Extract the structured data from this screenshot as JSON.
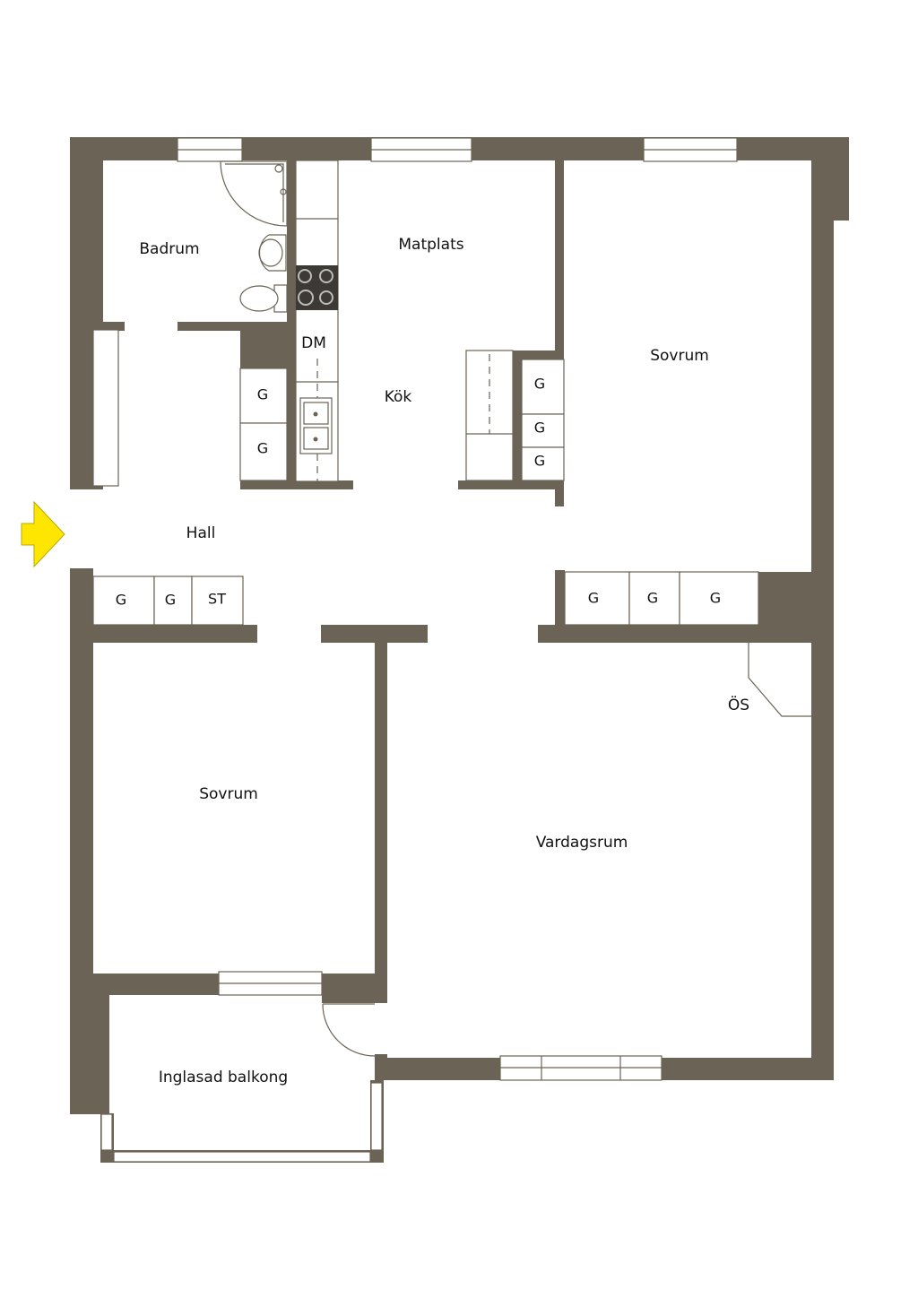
{
  "colors": {
    "wall": "#6b6355",
    "entrance_arrow": "#ffe600",
    "background": "#ffffff"
  },
  "rooms": {
    "badrum": "Badrum",
    "matplats": "Matplats",
    "kok": "Kök",
    "sovrum_1": "Sovrum",
    "sovrum_2": "Sovrum",
    "hall": "Hall",
    "vardagsrum": "Vardagsrum",
    "balkong": "Inglasad balkong"
  },
  "marks": {
    "dm": "DM",
    "os": "ÖS",
    "g": "G",
    "st": "ST"
  },
  "icons": {
    "entrance": "entrance-arrow-icon",
    "stove": "stove-icon",
    "sink": "sink-icon",
    "toilet": "toilet-icon",
    "washbasin": "washbasin-icon",
    "shower": "shower-icon"
  }
}
